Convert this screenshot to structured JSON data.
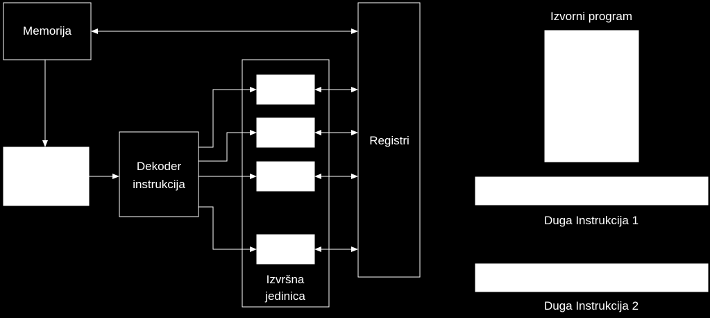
{
  "diagram": {
    "memory_label": "Memorija",
    "decoder_label_line1": "Dekoder",
    "decoder_label_line2": "instrukcija",
    "registers_label": "Registri",
    "exec_unit_line1": "Izvršna",
    "exec_unit_line2": "jedinica"
  },
  "side_panel": {
    "source_label": "Izvorni program",
    "long_instruction_1": "Duga Instrukcija 1",
    "long_instruction_2": "Duga Instrukcija 2"
  },
  "colors": {
    "background": "#000000",
    "foreground": "#ffffff"
  }
}
